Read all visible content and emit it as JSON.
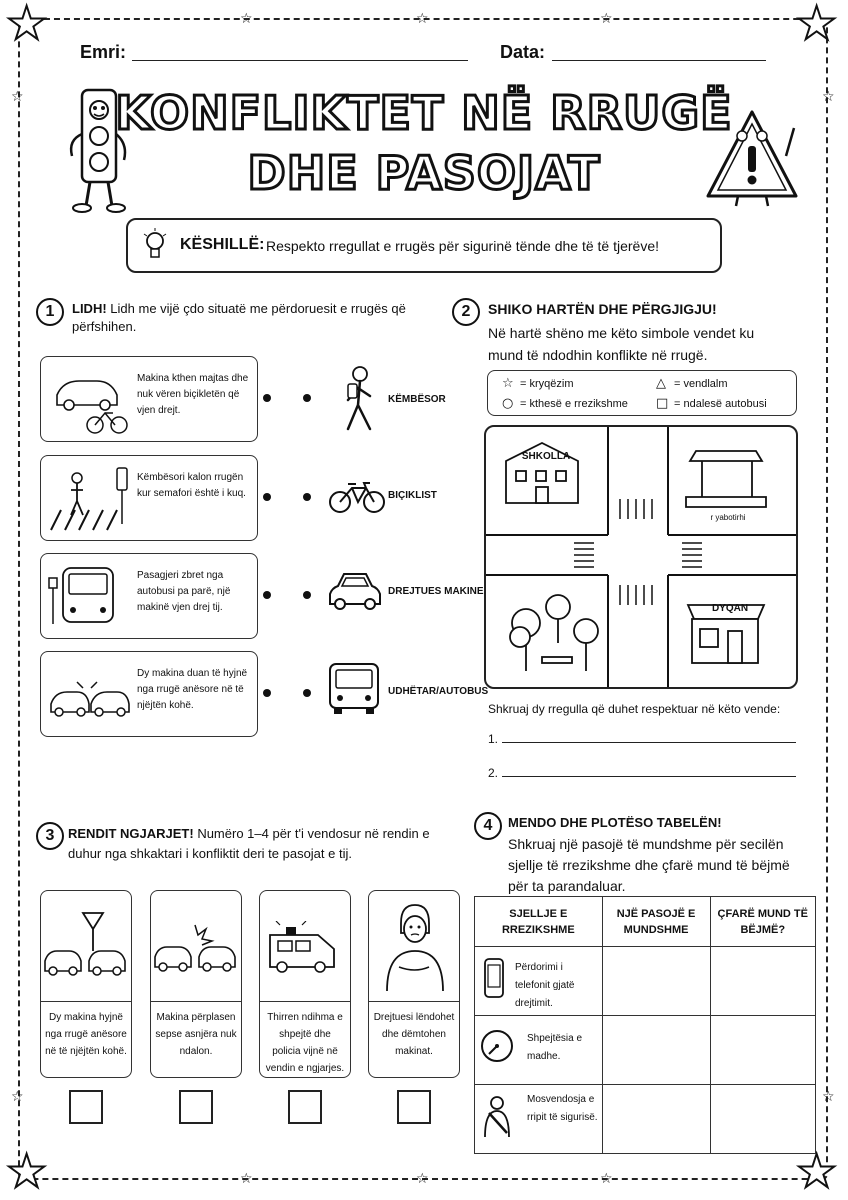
{
  "header": {
    "name_label": "Emri:",
    "date_label": "Data:"
  },
  "title": {
    "line1": "KONFLIKTET NË RRUGË",
    "line2": "DHE PASOJAT"
  },
  "tip": {
    "label": "KËSHILLË:",
    "text": "Respekto rregullat e rrugës për sigurinë tënde dhe të të tjerëve!"
  },
  "section1": {
    "number": "1",
    "heading": "LIDH!",
    "text": "Lidh me vijë çdo situatë me përdoruesit e rrugës që përfshihen.",
    "situations": [
      "Makina kthen majtas dhe nuk vëren biçikletën që vjen drejt.",
      "Këmbësori kalon rrugën kur semafori është i kuq.",
      "Pasagjeri zbret nga autobusi pa parë, një makinë vjen drej tij.",
      "Dy makina duan të hyjnë nga rrugë anësore në të njëjtën kohë."
    ],
    "roles": [
      "KËMBËSOR",
      "BIÇIKLIST",
      "DREJTUES MAKINE",
      "UDHËTAR/AUTOBUS"
    ]
  },
  "section2": {
    "number": "2",
    "heading": "SHIKO HARTËN DHE PËRGJIGJU!",
    "text": "Në hartë shëno me këto simbole vendet ku mund të ndodhin konflikte në rrugë.",
    "legend": [
      "= kryqëzim",
      "= vendlalm",
      "= kthesë e rrezikshme",
      "= ndalesë autobusi"
    ],
    "map_labels": {
      "school": "SHKOLLA",
      "shop": "DYQAN",
      "bus_stop": "r yabotirhi"
    },
    "question": "Shkruaj dy rregulla që duhet respektuar në këto vende:",
    "answers": [
      "1.",
      "2."
    ]
  },
  "section3": {
    "number": "3",
    "heading": "RENDIT NGJARJET!",
    "text": "Numëro 1–4 për t'i vendosur në rendin e duhur nga shkaktari i konfliktit deri te pasojat e tij.",
    "events": [
      "Dy makina hyjnë nga rrugë anësore në të njëjtën kohë.",
      "Makina përplasen sepse asnjëra nuk ndalon.",
      "Thirren ndihma e shpejtë dhe policia vijnë në vendin e ngjarjes.",
      "Drejtuesi lëndohet dhe dëmtohen makinat."
    ]
  },
  "section4": {
    "number": "4",
    "heading": "MENDO DHE PLOTËSO TABELËN!",
    "text": "Shkruaj një pasojë të mundshme për secilën sjellje të rrezikshme dhe çfarë mund të bëjmë për ta parandaluar.",
    "columns": [
      "SJELLJE E RREZIKSHME",
      "NJË PASOJË E MUNDSHME",
      "ÇFARË MUND TË BËJMË?"
    ],
    "rows": [
      "Përdorimi i telefonit gjatë drejtimit.",
      "Shpejtësia e madhe.",
      "Mosvendosja e rripit të sigurisë."
    ]
  }
}
